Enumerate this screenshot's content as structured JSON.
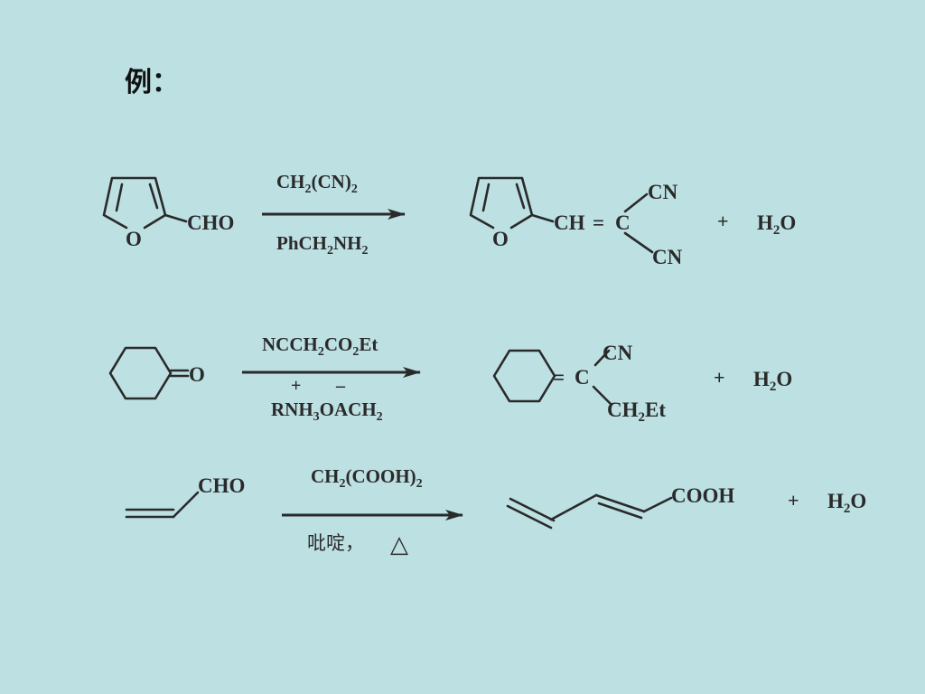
{
  "title": "例：",
  "reactions": [
    {
      "reactant_label": "CHO",
      "reactant_ring_atom": "O",
      "reagent_above": {
        "parts": [
          "CH",
          "2",
          "(CN)",
          "2"
        ]
      },
      "reagent_below": {
        "parts": [
          "PhCH",
          "2",
          "NH",
          "2"
        ]
      },
      "product": {
        "ring_atom": "O",
        "ch": "CH",
        "eq": "=",
        "c": "C",
        "sub_top": "CN",
        "sub_bottom": "CN"
      },
      "plus": "+",
      "byproduct": {
        "parts": [
          "H",
          "2",
          "O"
        ]
      }
    },
    {
      "reactant_label": "O",
      "reagent_above": {
        "parts": [
          "NCCH",
          "2",
          "CO",
          "2",
          "Et"
        ]
      },
      "reagent_below": {
        "parts": [
          "RNH",
          "3",
          "OACH",
          "2"
        ],
        "charges": {
          "plus": "+",
          "minus": "–"
        }
      },
      "product": {
        "eq": "=",
        "c": "C",
        "sub_top": "CN",
        "sub_bottom_parts": [
          "CH",
          "2",
          "Et"
        ]
      },
      "plus": "+",
      "byproduct": {
        "parts": [
          "H",
          "2",
          "O"
        ]
      }
    },
    {
      "reactant_label": "CHO",
      "reagent_above": {
        "parts": [
          "CH",
          "2",
          "(COOH)",
          "2"
        ]
      },
      "reagent_below": {
        "text": "吡啶，",
        "symbol": "△"
      },
      "product": {
        "label": "COOH"
      },
      "plus": "+",
      "byproduct": {
        "parts": [
          "H",
          "2",
          "O"
        ]
      }
    }
  ]
}
